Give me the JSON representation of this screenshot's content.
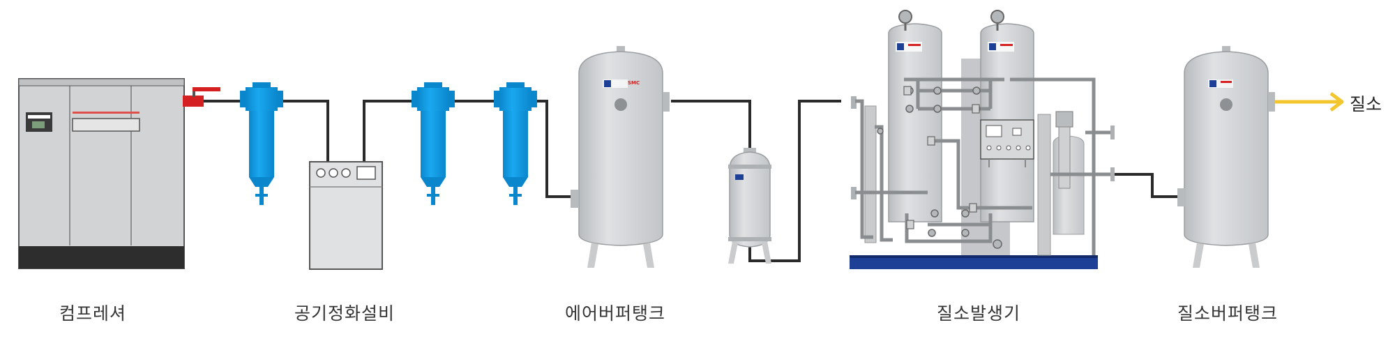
{
  "stages": [
    {
      "id": "compressor",
      "label": "컴프레셔"
    },
    {
      "id": "air-treatment",
      "label": "공기정화설비"
    },
    {
      "id": "air-buffer-tank",
      "label": "에어버퍼탱크"
    },
    {
      "id": "nitrogen-generator",
      "label": "질소발생기"
    },
    {
      "id": "nitrogen-buffer-tank",
      "label": "질소버퍼탱크"
    }
  ],
  "outlet": {
    "label": "질소"
  },
  "brand": {
    "mark": "SMC"
  },
  "colors": {
    "pipe": "#2a2a2a",
    "filter": "#0099e6",
    "tank": "#d4d6d8",
    "frame_base": "#1e3f96",
    "valve": "#d42020",
    "outlet_arrow": "#f2c62c"
  }
}
